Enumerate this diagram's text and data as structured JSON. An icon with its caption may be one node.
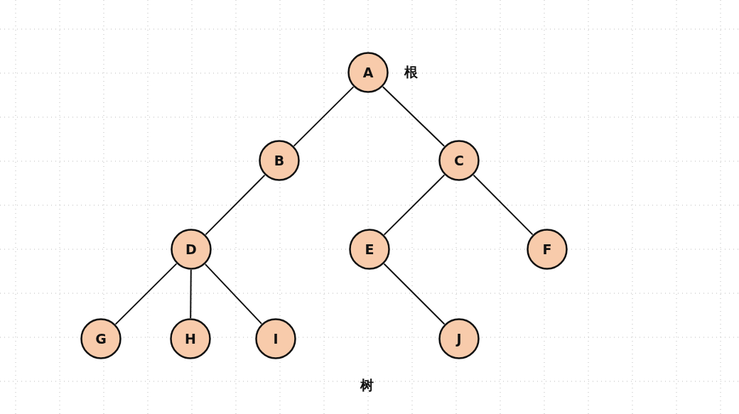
{
  "diagram": {
    "caption": "树",
    "nodes": [
      {
        "text": [
          "A"
        ],
        "beside": [
          "根"
        ]
      },
      {
        "text": [
          "B"
        ]
      },
      {
        "text": [
          "C"
        ]
      },
      {
        "text": [
          "D"
        ]
      },
      {
        "text": [
          "E"
        ]
      },
      {
        "text": [
          "F"
        ]
      },
      {
        "text": [
          "G"
        ]
      },
      {
        "text": [
          "H"
        ]
      },
      {
        "text": [
          "I"
        ]
      },
      {
        "text": [
          "J"
        ]
      }
    ],
    "edges": [
      {
        "from": 0,
        "to": 1,
        "arrow": "none"
      },
      {
        "from": 0,
        "to": 2,
        "arrow": "none"
      },
      {
        "from": 1,
        "to": 3,
        "arrow": "none"
      },
      {
        "from": 2,
        "to": 4,
        "arrow": "none"
      },
      {
        "from": 2,
        "to": 5,
        "arrow": "none"
      },
      {
        "from": 3,
        "to": 6,
        "arrow": "none"
      },
      {
        "from": 3,
        "to": 7,
        "arrow": "none"
      },
      {
        "from": 3,
        "to": 8,
        "arrow": "none"
      },
      {
        "from": 4,
        "to": 9,
        "arrow": "none"
      }
    ]
  }
}
